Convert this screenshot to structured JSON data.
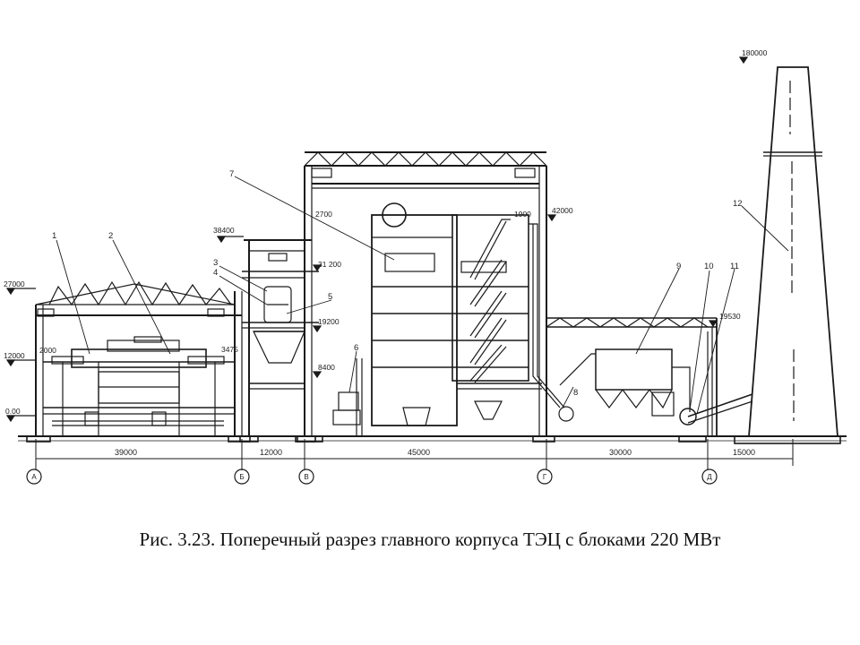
{
  "caption": "Рис. 3.23. Поперечный разрез главного корпуса ТЭЦ с блоками 220 МВт",
  "elevations": {
    "e27000": "27000",
    "e12000": "12000",
    "e000": "0.00",
    "e2000": "2000",
    "e38400": "38400",
    "e31200": "31 200",
    "e19200": "19200",
    "e8400": "8400",
    "e3475": "3475",
    "e2700": "2700",
    "e1900": "1900",
    "e42000": "42000",
    "e19530": "19530",
    "e180000": "180000"
  },
  "dimensions": [
    "39000",
    "12000",
    "45000",
    "30000",
    "15000"
  ],
  "axes": [
    "А",
    "Б",
    "В",
    "Г",
    "Д"
  ],
  "callouts": [
    "1",
    "2",
    "3",
    "4",
    "5",
    "6",
    "7",
    "8",
    "9",
    "10",
    "11",
    "12"
  ],
  "colors": {
    "line": "#1a1a1a",
    "background": "#ffffff"
  }
}
